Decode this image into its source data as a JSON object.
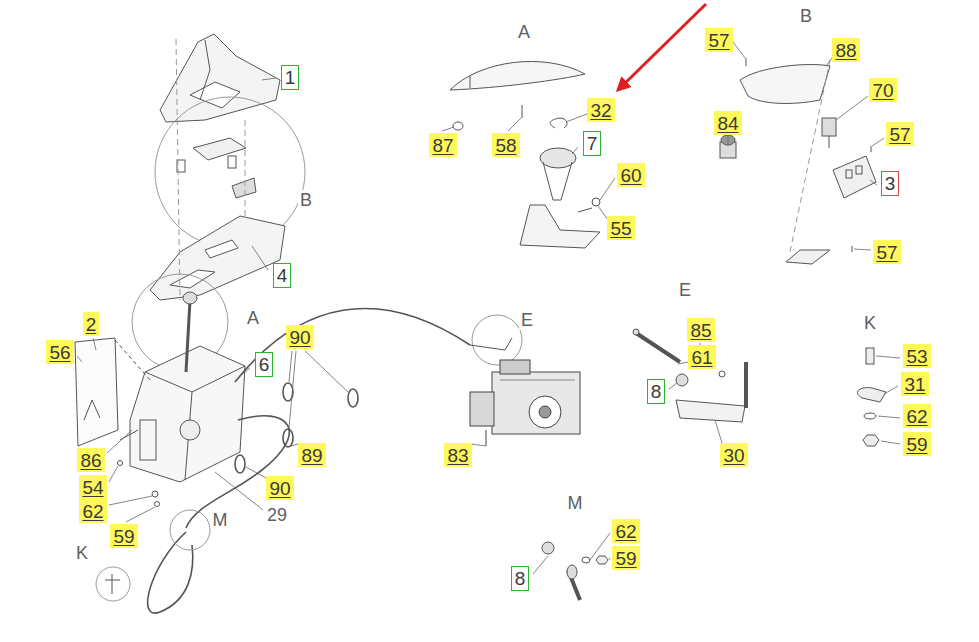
{
  "diagram": {
    "labels": [
      "1",
      "B",
      "4",
      "A",
      "2",
      "56",
      "6",
      "90",
      "89",
      "90",
      "86",
      "54",
      "62",
      "59",
      "29",
      "M",
      "K",
      "E",
      "83",
      "A",
      "87",
      "58",
      "32",
      "7",
      "60",
      "55",
      "B",
      "57",
      "88",
      "84",
      "70",
      "57",
      "3",
      "57",
      "E",
      "85",
      "61",
      "8",
      "30",
      "K",
      "53",
      "31",
      "62",
      "59",
      "M",
      "62",
      "59",
      "8"
    ]
  }
}
